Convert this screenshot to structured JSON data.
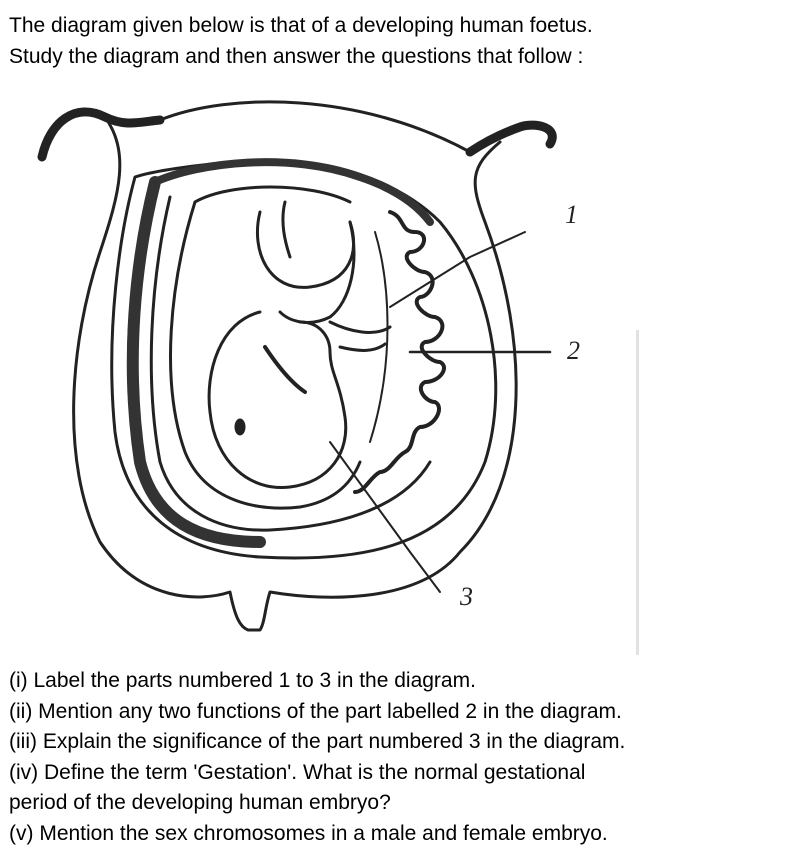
{
  "intro": {
    "line1": "The diagram given below is that of a developing human foetus.",
    "line2": "Study the diagram and then answer the questions that follow :"
  },
  "diagram": {
    "subject": "developing human foetus in uterus",
    "labels": [
      "1",
      "2",
      "3"
    ]
  },
  "questions": [
    "(i) Label the parts numbered 1 to 3 in the diagram.",
    "(ii) Mention any two functions of the part labelled 2 in the diagram.",
    "(iii) Explain the significance of the part numbered 3 in the diagram.",
    "(iv) Define the term 'Gestation'. What is the normal gestational",
    "period of the developing human embryo?",
    "(v) Mention the sex chromosomes in a male and female embryo."
  ]
}
